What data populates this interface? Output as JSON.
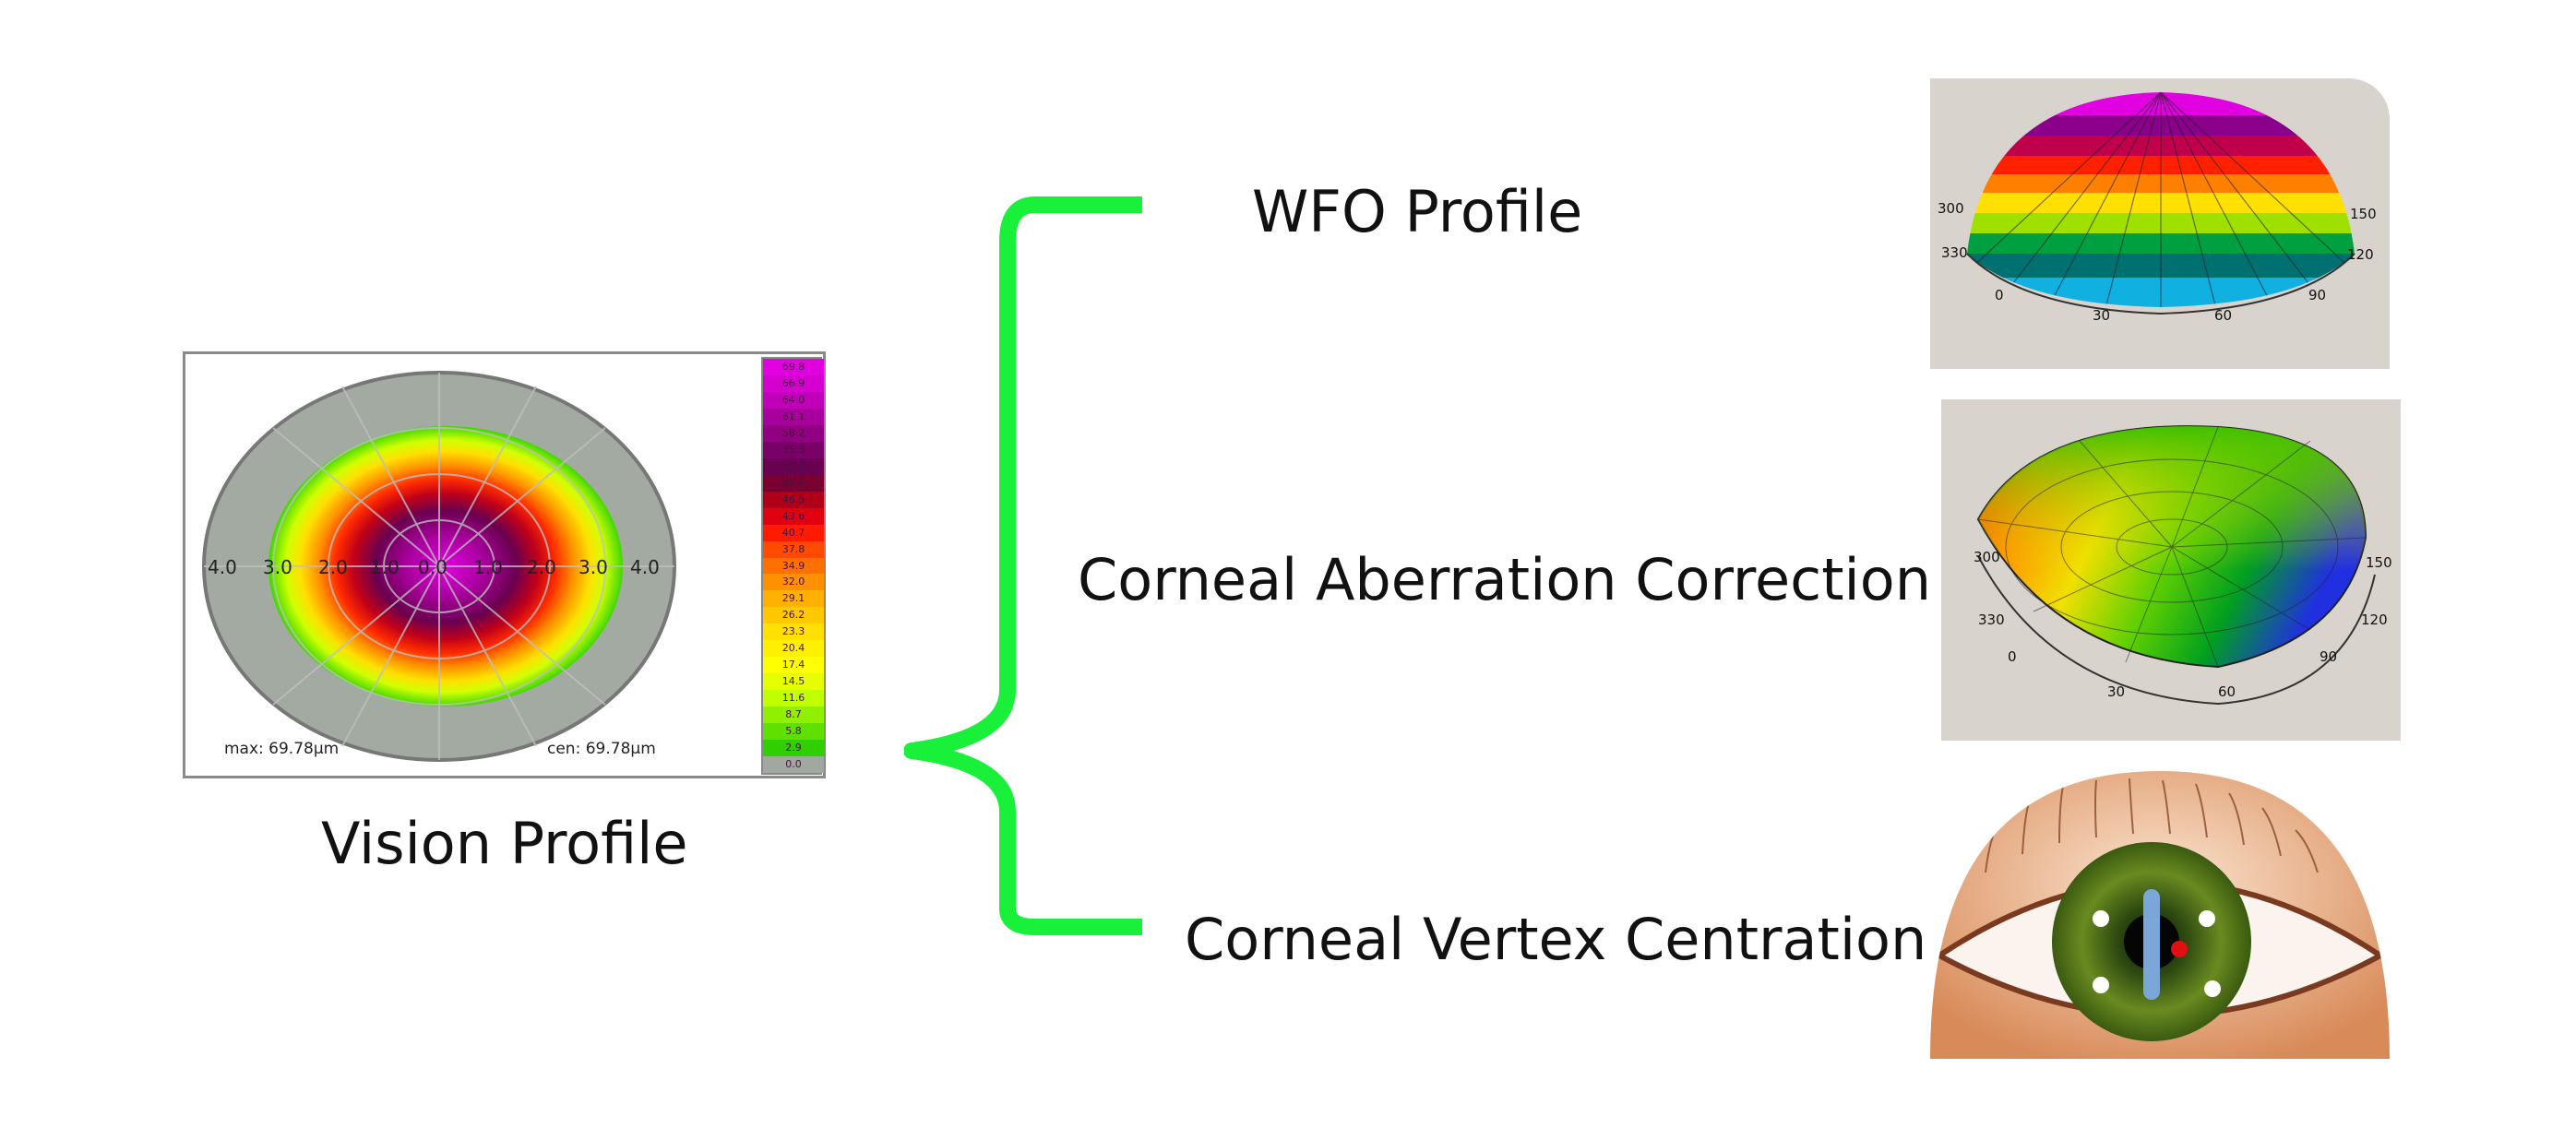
{
  "vision_map": {
    "axis_labels": [
      "4.0",
      "3.0",
      "2.0",
      "1.0",
      "0.0",
      "1.0",
      "2.0",
      "3.0",
      "4.0"
    ],
    "max_text": "max: 69.78µm",
    "cen_text": "cen: 69.78µm",
    "scale": [
      {
        "value": "69.8",
        "color": "#e000e0"
      },
      {
        "value": "66.9",
        "color": "#d400d0"
      },
      {
        "value": "64.0",
        "color": "#c000b8"
      },
      {
        "value": "61.1",
        "color": "#a8009c"
      },
      {
        "value": "58.2",
        "color": "#900080"
      },
      {
        "value": "55.3",
        "color": "#7a0068"
      },
      {
        "value": "52.3",
        "color": "#6a0050"
      },
      {
        "value": "49.4",
        "color": "#7a0030"
      },
      {
        "value": "46.5",
        "color": "#b00018"
      },
      {
        "value": "43.6",
        "color": "#e00010"
      },
      {
        "value": "40.7",
        "color": "#ff1a00"
      },
      {
        "value": "37.8",
        "color": "#ff4a00"
      },
      {
        "value": "34.9",
        "color": "#ff7000"
      },
      {
        "value": "32.0",
        "color": "#ff9000"
      },
      {
        "value": "29.1",
        "color": "#ffb000"
      },
      {
        "value": "26.2",
        "color": "#ffc800"
      },
      {
        "value": "23.3",
        "color": "#ffe000"
      },
      {
        "value": "20.4",
        "color": "#fff000"
      },
      {
        "value": "17.4",
        "color": "#ffff00"
      },
      {
        "value": "14.5",
        "color": "#e6ff00"
      },
      {
        "value": "11.6",
        "color": "#c0ff00"
      },
      {
        "value": "8.7",
        "color": "#90f000"
      },
      {
        "value": "5.8",
        "color": "#60e000"
      },
      {
        "value": "2.9",
        "color": "#30d000"
      },
      {
        "value": "0.0",
        "color": "#a0a8a0"
      }
    ]
  },
  "labels": {
    "vision_profile": "Vision Profile",
    "wfo_profile": "WFO Profile",
    "corneal_aberration": "Corneal Aberration Correction",
    "corneal_vertex": "Corneal Vertex Centration"
  },
  "dome_ticks": [
    "300",
    "330",
    "0",
    "30",
    "60",
    "90",
    "120",
    "150"
  ],
  "colors": {
    "bracket": "#19f03a",
    "panel_bg": "#d8d3cc"
  }
}
